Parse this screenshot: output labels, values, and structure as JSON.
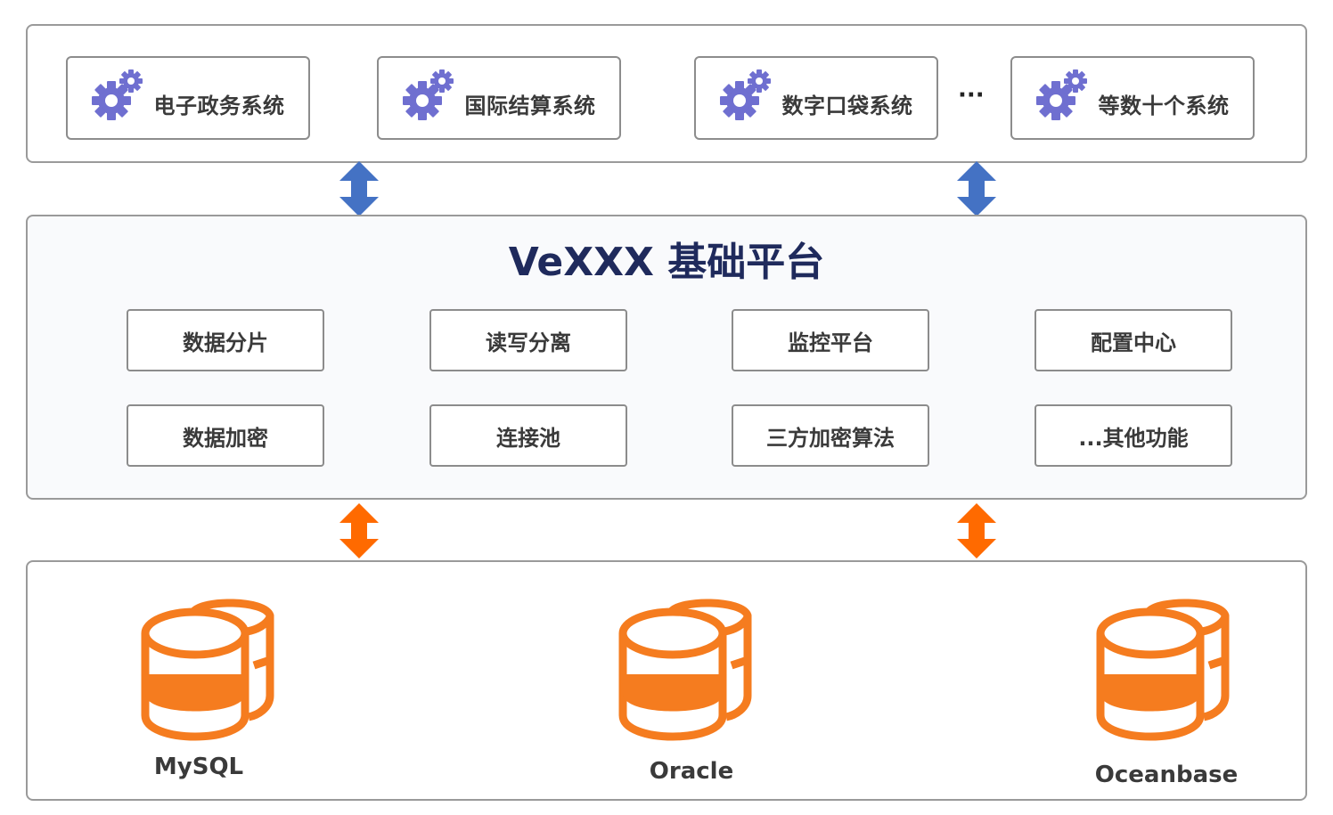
{
  "systems": {
    "items": [
      {
        "label": "电子政务系统"
      },
      {
        "label": "国际结算系统"
      },
      {
        "label": "数字口袋系统"
      },
      {
        "label": "等数十个系统"
      }
    ],
    "ellipsis": "···"
  },
  "platform": {
    "title": "VeXXX 基础平台",
    "features": [
      {
        "label": "数据分片"
      },
      {
        "label": "读写分离"
      },
      {
        "label": "监控平台"
      },
      {
        "label": "配置中心"
      },
      {
        "label": "数据加密"
      },
      {
        "label": "连接池"
      },
      {
        "label": "三方加密算法"
      },
      {
        "label": "...其他功能"
      }
    ]
  },
  "databases": {
    "items": [
      {
        "label": "MySQL"
      },
      {
        "label": "Oracle"
      },
      {
        "label": "Oceanbase"
      }
    ]
  },
  "colors": {
    "gear": "#6f6fd0",
    "arrow_top": "#4472c4",
    "arrow_bottom": "#ff6a00",
    "database": "#f57c1f",
    "title": "#1f2a5c"
  }
}
